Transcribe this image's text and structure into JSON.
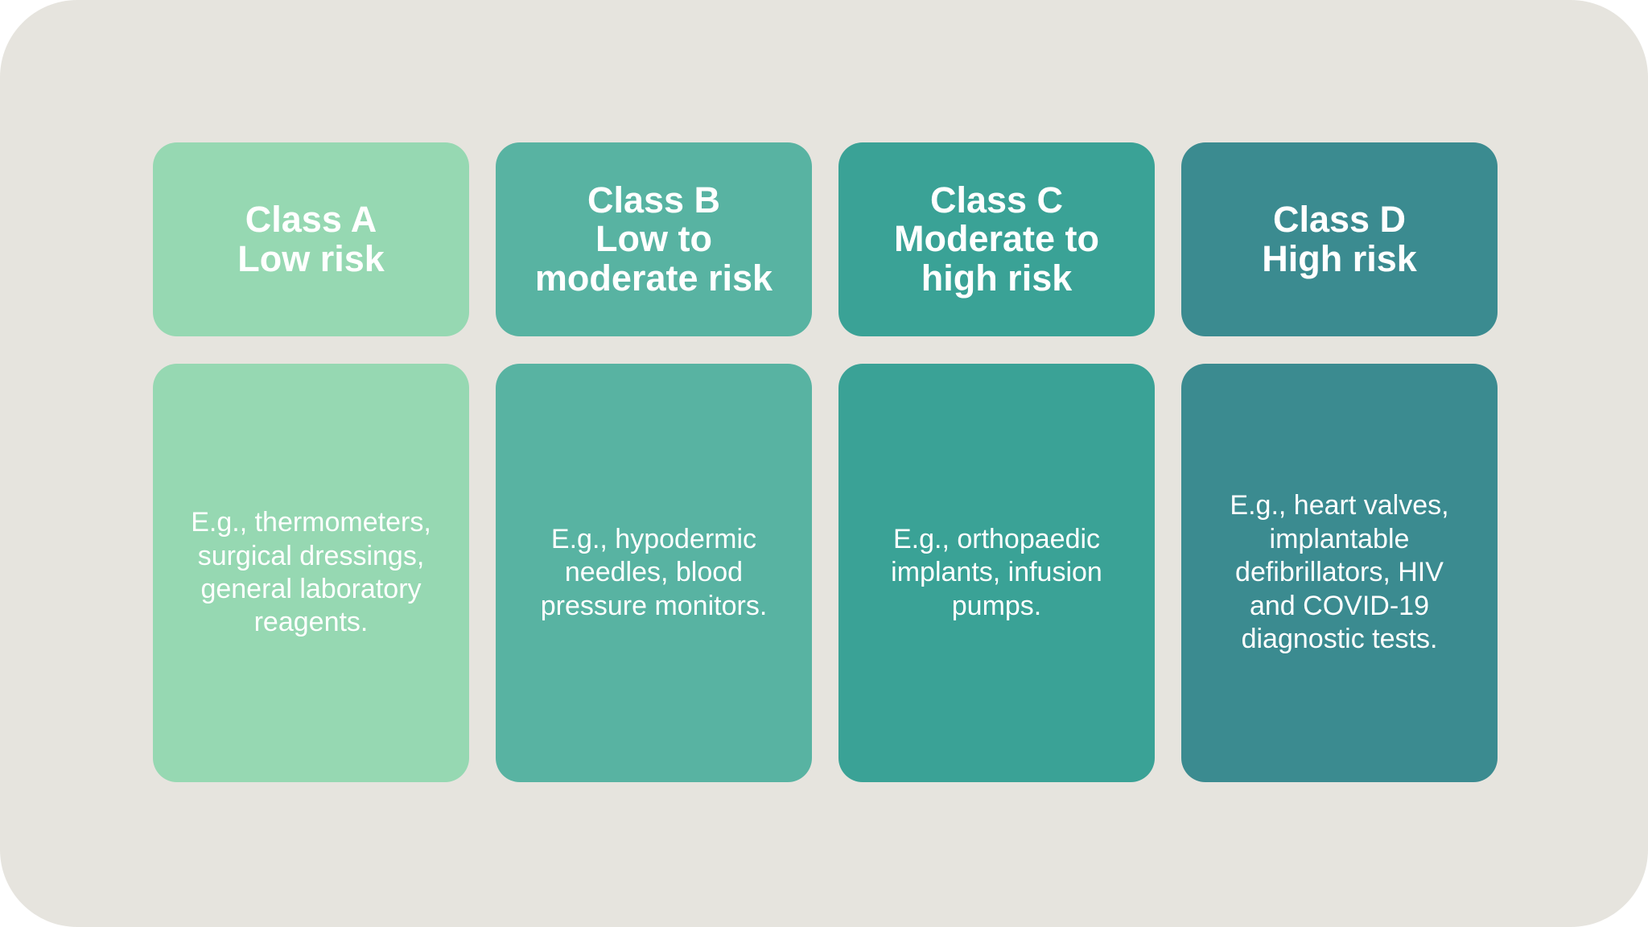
{
  "page": {
    "background_color": "#ffffff",
    "canvas_color": "#e6e4de",
    "text_color": "#ffffff"
  },
  "columns": [
    {
      "id": "class-a",
      "color": "#96d8b2",
      "title": "Class A",
      "risk": "Low risk",
      "examples": "E.g., thermometers,\nsurgical dressings,\ngeneral laboratory\nreagents."
    },
    {
      "id": "class-b",
      "color": "#58b3a2",
      "title": "Class B",
      "risk": "Low to\nmoderate risk",
      "examples": "E.g., hypodermic\nneedles, blood\npressure monitors."
    },
    {
      "id": "class-c",
      "color": "#3aa296",
      "title": "Class C",
      "risk": "Moderate to\nhigh risk",
      "examples": "E.g., orthopaedic\nimplants, infusion\npumps."
    },
    {
      "id": "class-d",
      "color": "#3b8b90",
      "title": "Class D",
      "risk": "High risk",
      "examples": "E.g., heart valves,\nimplantable\ndefibrillators, HIV\nand COVID-19\ndiagnostic tests."
    }
  ]
}
